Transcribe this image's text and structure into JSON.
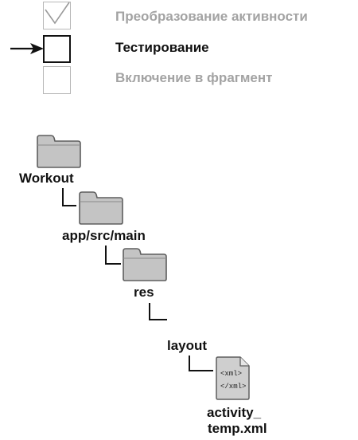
{
  "progress": {
    "steps": [
      {
        "label": "Преобразование активности",
        "state": "done"
      },
      {
        "label": "Тестирование",
        "state": "current"
      },
      {
        "label": "Включение в фрагмент",
        "state": "todo"
      }
    ]
  },
  "tree": {
    "root": {
      "label": "Workout",
      "icon": "folder-icon"
    },
    "src": {
      "label": "app/src/main",
      "icon": "folder-icon"
    },
    "res": {
      "label": "res",
      "icon": "folder-icon"
    },
    "layout": {
      "label": "layout"
    },
    "file": {
      "name_line1": "activity_",
      "name_line2": "temp.xml",
      "icon": "xml-file-icon",
      "content_open": "<xml>",
      "content_close": "</xml>"
    }
  },
  "colors": {
    "muted_text": "#a3a3a3",
    "active_text": "#111111",
    "folder_fill": "#c4c4c4",
    "folder_stroke": "#5e5e5e"
  }
}
